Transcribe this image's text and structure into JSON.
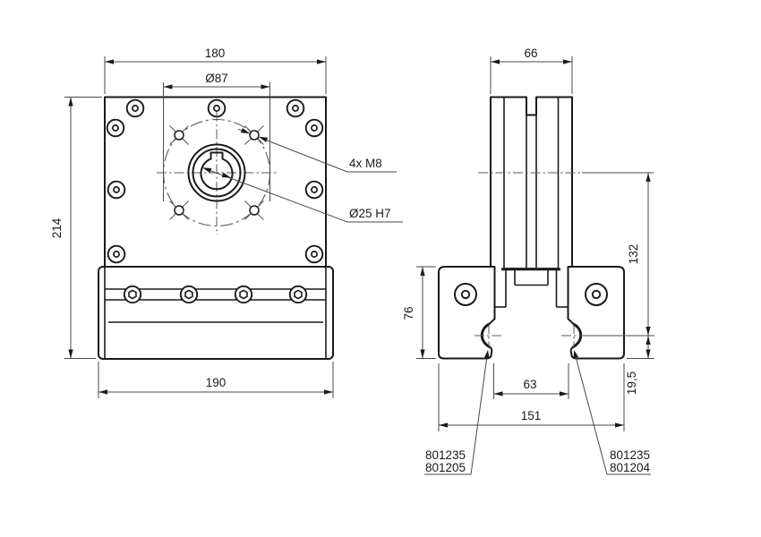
{
  "front_view": {
    "width_top": "180",
    "bolt_circle": "Ø87",
    "height": "214",
    "base_width": "190",
    "holes_label": "4x M8",
    "bore_label": "Ø25 H7"
  },
  "side_view": {
    "top_width": "66",
    "block_height": "76",
    "center_to_groove": "132",
    "groove_to_bottom": "19,5",
    "inner_span": "63",
    "outer_span": "151",
    "part_left": {
      "line1": "801235",
      "line2": "801205"
    },
    "part_right": {
      "line1": "801235",
      "line2": "801204"
    }
  },
  "colors": {
    "object_line": "#1a1a1a",
    "thin_line": "#4a4a4a",
    "background": "#ffffff"
  }
}
